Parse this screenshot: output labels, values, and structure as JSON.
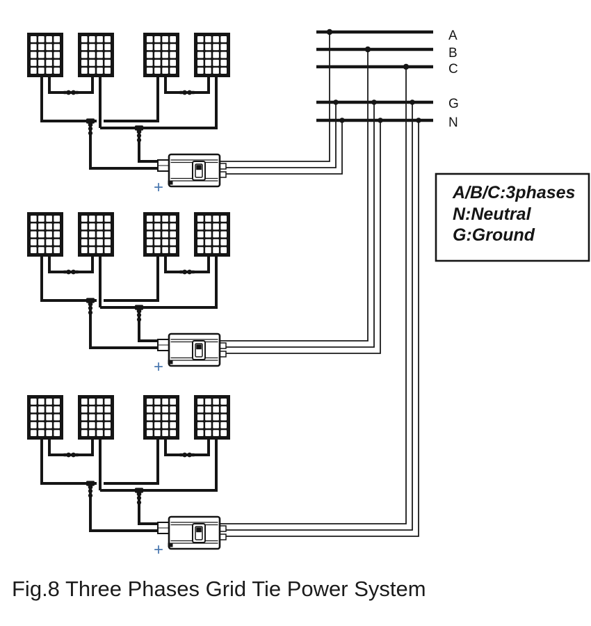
{
  "caption": "Fig.8 Three Phases Grid Tie Power System",
  "bus": {
    "phase_a_label": "A",
    "phase_b_label": "B",
    "phase_c_label": "C",
    "ground_label": "G",
    "neutral_label": "N"
  },
  "legend": {
    "line_1": "A/B/C:3phases",
    "line_2": "N:Neutral",
    "line_3": "G:Ground"
  },
  "inverters": {
    "positive_terminal_mark": "+"
  },
  "structure": {
    "pv_groups": [
      {
        "panels": 4,
        "connected_phase": "A"
      },
      {
        "panels": 4,
        "connected_phase": "B"
      },
      {
        "panels": 4,
        "connected_phase": "C"
      }
    ]
  },
  "colors": {
    "wire": "#151515",
    "background": "#ffffff",
    "positive_mark": "#4a78b0"
  }
}
